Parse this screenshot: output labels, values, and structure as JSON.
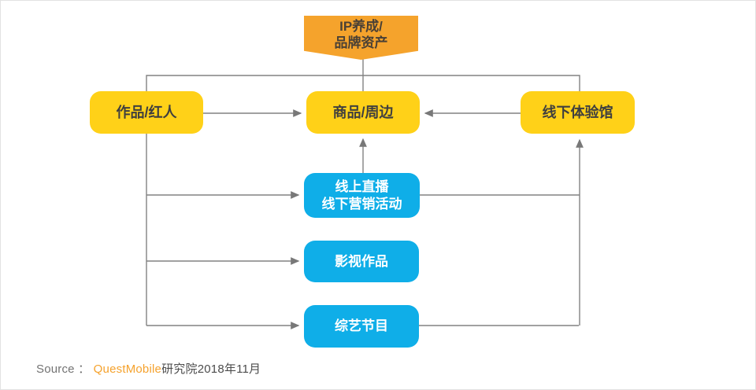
{
  "page": {
    "background": "#FFFFFF",
    "type": "flow-diagram"
  },
  "colors": {
    "banner_orange": "#F5A32C",
    "node_yellow": "#FFD118",
    "node_blue": "#0FAEE8",
    "connector_gray": "#828282",
    "dark_text": "#3F3F3F",
    "light_text": "#FFFFFF",
    "source_gray": "#737373",
    "source_brand_orange": "#F5A22D"
  },
  "diagram": {
    "banner": {
      "line1": "IP养成/",
      "line2": "品牌资产"
    },
    "nodes": {
      "works": {
        "label": "作品/红人"
      },
      "goods": {
        "label": "商品/周边"
      },
      "hall": {
        "label": "线下体验馆"
      },
      "live": {
        "line1": "线上直播",
        "line2": "线下营销活动"
      },
      "film": {
        "label": "影视作品"
      },
      "variety": {
        "label": "综艺节目"
      }
    },
    "connections": [
      "banner -> goods",
      "works -> top-rail -> hall (shared rail above yellow row)",
      "works -> goods (arrow right)",
      "hall -> goods (arrow left)",
      "live -> goods (arrow up)",
      "works -> live (arrow right)",
      "works -> film (arrow right)",
      "works -> variety (arrow right)",
      "live -> hall (via right riser, arrow up)",
      "variety -> hall (via right riser, arrow up)"
    ]
  },
  "source": {
    "prefix": "Source ：",
    "brand": "QuestMobile",
    "suffix": "研究院2018年11月"
  }
}
